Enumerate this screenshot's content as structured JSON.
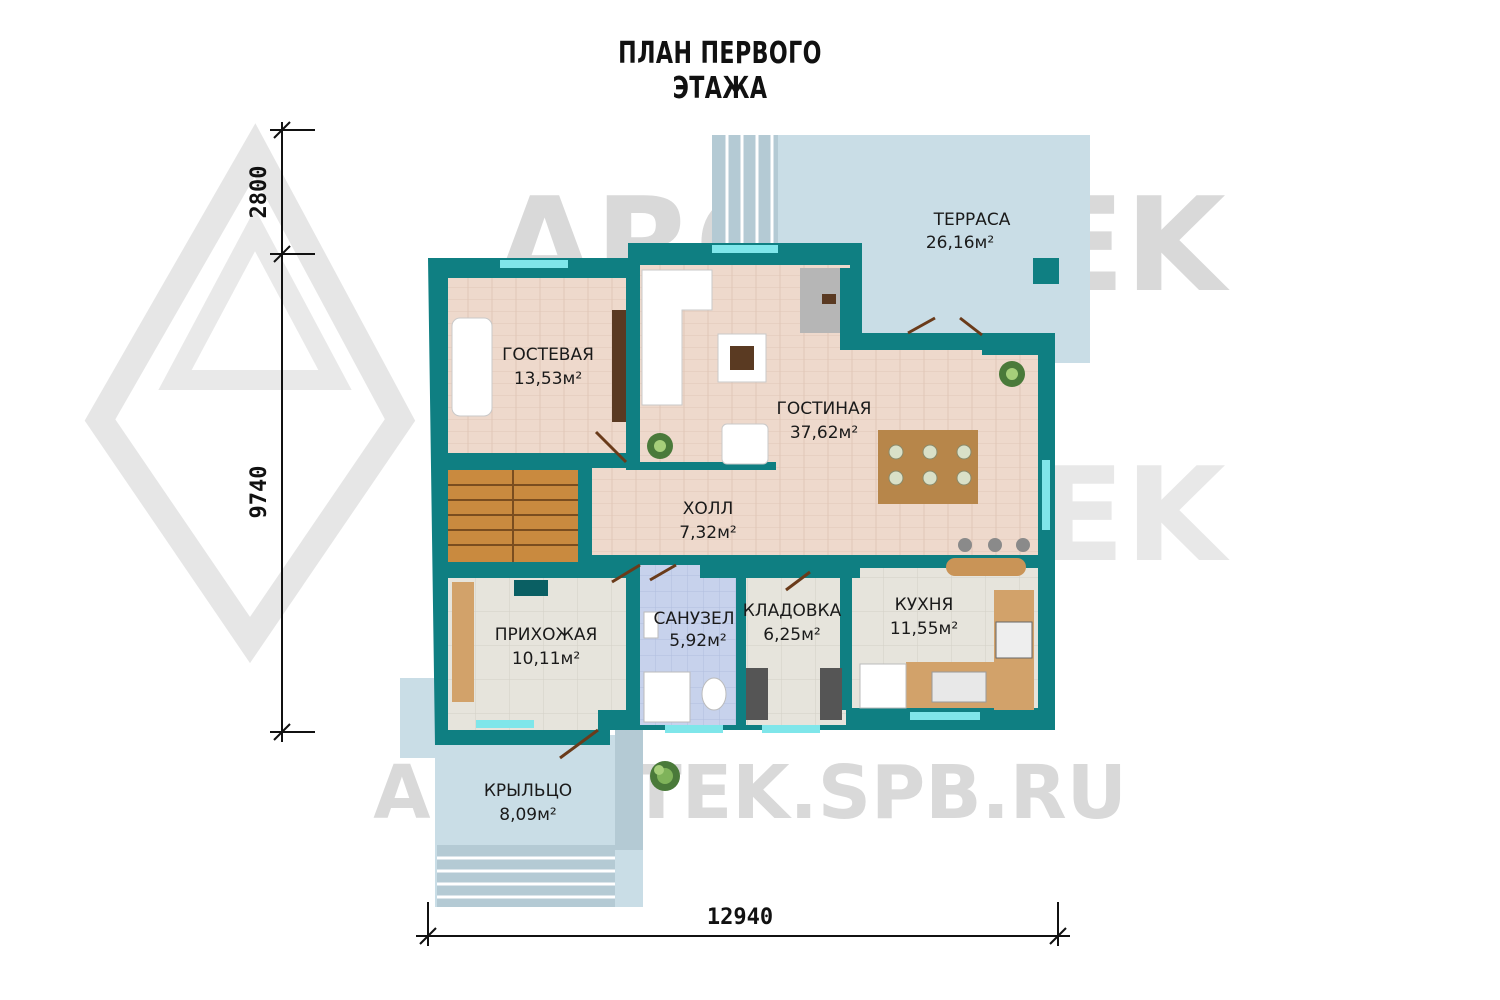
{
  "title": "ПЛАН ПЕРВОГО ЭТАЖА",
  "watermark": {
    "top": "ARCHITEK",
    "middle": "ARCHITEK",
    "url": "ARCHITEK.SPB.RU"
  },
  "dimensions": {
    "width": "12940",
    "height_total": "9740",
    "height_top": "2800"
  },
  "rooms": {
    "terrace": {
      "name": "ТЕРРАСА",
      "area": "26,16м²"
    },
    "guest": {
      "name": "ГОСТЕВАЯ",
      "area": "13,53м²"
    },
    "living": {
      "name": "ГОСТИНАЯ",
      "area": "37,62м²"
    },
    "hall": {
      "name": "ХОЛЛ",
      "area": "7,32м²"
    },
    "entrance": {
      "name": "ПРИХОЖАЯ",
      "area": "10,11м²"
    },
    "bathroom": {
      "name": "САНУЗЕЛ",
      "area": "5,92м²"
    },
    "pantry": {
      "name": "КЛАДОВКА",
      "area": "6,25м²"
    },
    "kitchen": {
      "name": "КУХНЯ",
      "area": "11,55м²"
    },
    "porch": {
      "name": "КРЫЛЬЦО",
      "area": "8,09м²"
    }
  },
  "colors": {
    "wall": "#0f7f82",
    "wall_dark": "#0a5f63",
    "floor": "#eed9cc",
    "tile": "#e6e4dc",
    "bath_tile": "#c7d2ec",
    "terrace": "#c9dde6",
    "glass": "#7fe6ea"
  }
}
